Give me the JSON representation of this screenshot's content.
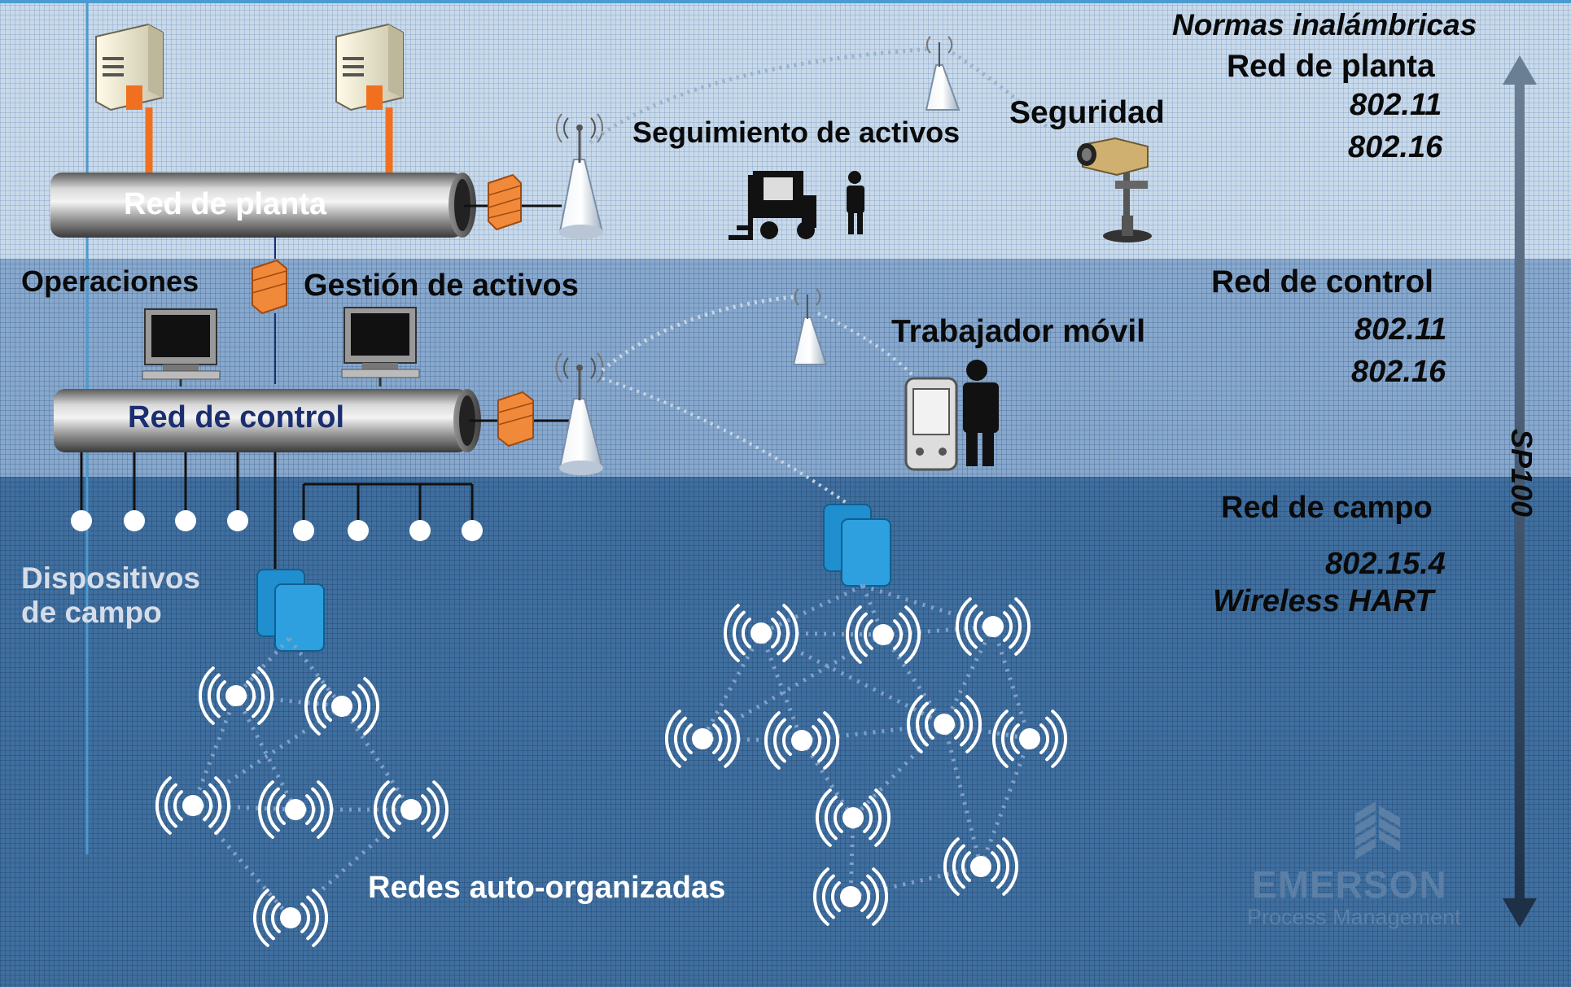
{
  "header": {
    "standards_title": "Normas inalámbricas"
  },
  "networks": {
    "plant": {
      "pipe_label": "Red de planta",
      "side_title": "Red de planta",
      "std1": "802.11",
      "std2": "802.16"
    },
    "control": {
      "pipe_label": "Red de control",
      "side_title": "Red de control",
      "std1": "802.11",
      "std2": "802.16"
    },
    "field": {
      "side_title": "Red de campo",
      "std1": "802.15.4",
      "std2": "Wireless HART"
    }
  },
  "labels": {
    "asset_tracking": "Seguimiento de activos",
    "security": "Seguridad",
    "operations": "Operaciones",
    "asset_management": "Gestión de activos",
    "mobile_worker": "Trabajador móvil",
    "field_devices_line1": "Dispositivos",
    "field_devices_line2": "de campo",
    "self_organizing": "Redes auto-organizadas"
  },
  "side_axis": {
    "label": "SP100"
  },
  "logo": {
    "brand": "EMERSON",
    "tagline": "Process Management"
  },
  "colors": {
    "plant_band": "#c8d9ea",
    "control_band": "#88a8cc",
    "field_band": "#3f6f9f",
    "pipe_label_plant": "#ffffff",
    "pipe_label_control": "#1a2e70",
    "wifi_node": "#ffffff",
    "gateway": "#1f8fd0"
  }
}
